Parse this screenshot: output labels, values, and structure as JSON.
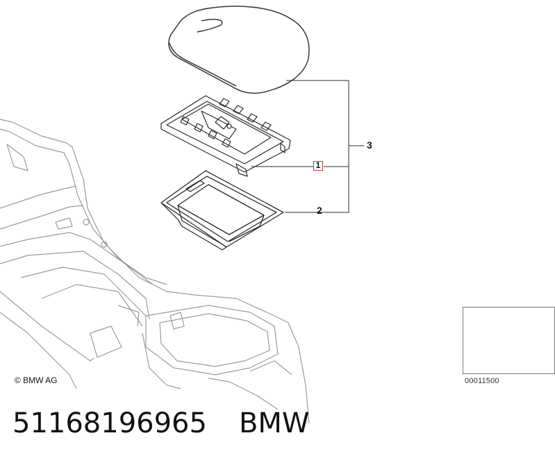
{
  "callouts": {
    "part_1": "1",
    "part_2": "2",
    "part_3": "3"
  },
  "copyright": "© BMW AG",
  "thumbnail_code": "00011500",
  "caption": {
    "part_number": "51168196965",
    "brand": "BMW"
  },
  "colors": {
    "line": "#2a2a2a",
    "highlight": "#d8343c",
    "faint": "#9a9a9a"
  }
}
